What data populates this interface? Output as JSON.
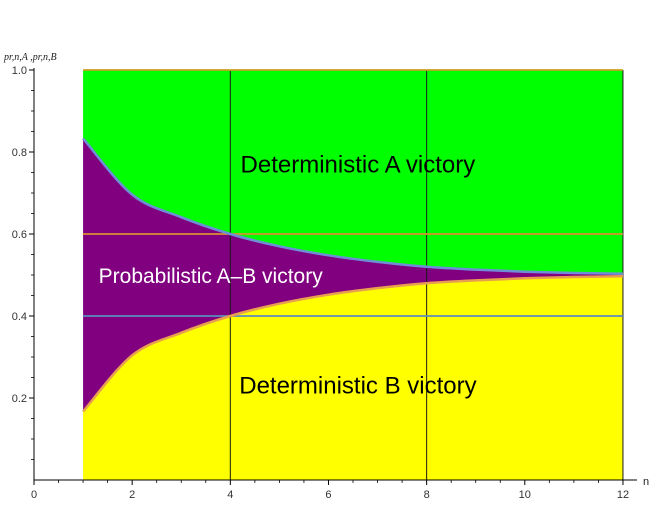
{
  "chart_data": {
    "type": "area",
    "x_range": [
      0,
      12
    ],
    "y_range": [
      0,
      1.0
    ],
    "x_ticks": [
      0,
      2,
      4,
      6,
      8,
      10,
      12
    ],
    "y_ticks": [
      0.2,
      0.4,
      0.6,
      0.8,
      1.0
    ],
    "x_tick_labels": [
      "0",
      "2",
      "4",
      "6",
      "8",
      "10",
      "12"
    ],
    "y_tick_labels": [
      "0.2",
      "0.4",
      "0.6",
      "0.8",
      "1.0"
    ],
    "xlabel": "n",
    "ylabel": "pr,n,A ,pr,n,B",
    "n_domain": [
      1,
      12
    ],
    "upper_boundary": {
      "n": [
        1,
        2,
        3,
        4,
        5,
        6,
        7,
        8,
        9,
        10,
        11,
        12
      ],
      "p": [
        0.833,
        0.696,
        0.641,
        0.6,
        0.57,
        0.548,
        0.532,
        0.52,
        0.513,
        0.508,
        0.505,
        0.503
      ]
    },
    "lower_boundary": {
      "n": [
        1,
        2,
        3,
        4,
        5,
        6,
        7,
        8,
        9,
        10,
        11,
        12
      ],
      "p": [
        0.167,
        0.304,
        0.359,
        0.4,
        0.43,
        0.452,
        0.468,
        0.48,
        0.487,
        0.492,
        0.495,
        0.497
      ]
    },
    "vertical_lines_at_n": [
      4,
      8,
      12
    ],
    "horizontal_lines": [
      {
        "y": 1.0,
        "color": "#c8a020"
      },
      {
        "y": 0.6,
        "color": "#d89030"
      },
      {
        "y": 0.4,
        "color": "#5c8cbc"
      }
    ],
    "regions": [
      {
        "label": "Deterministic A victory",
        "color": "#00ff00",
        "text_color": "#000000",
        "label_at": [
          6.6,
          0.77
        ]
      },
      {
        "label": "Probabilistic A–B victory",
        "color": "#800080",
        "text_color": "#ffffff",
        "label_at": [
          3.6,
          0.5
        ]
      },
      {
        "label": "Deterministic B victory",
        "color": "#ffff00",
        "text_color": "#000000",
        "label_at": [
          6.6,
          0.23
        ]
      }
    ],
    "colors": {
      "upper_curve": "#6e8fd8",
      "lower_curve": "#e8a050",
      "grid_lines": "#1a1a1a",
      "axis": "#000000"
    }
  }
}
